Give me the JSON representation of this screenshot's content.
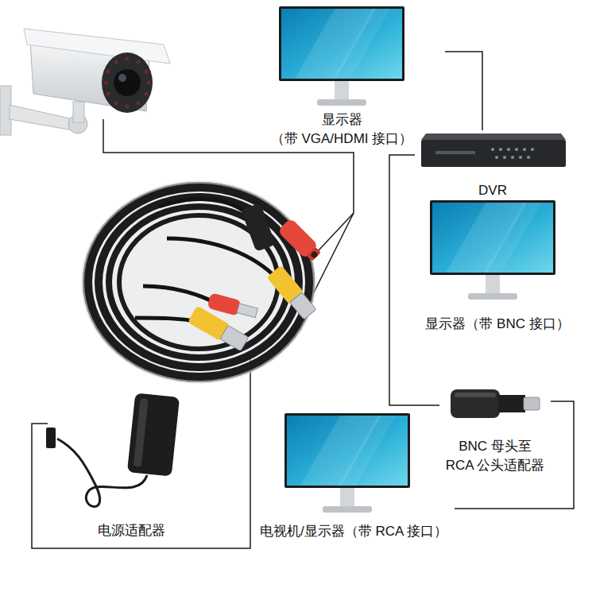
{
  "diagram": {
    "nodes": [
      {
        "text": [
          "显示器",
          "（带 VGA/HDMI 接口）"
        ]
      },
      {
        "text": [
          "DVR"
        ]
      },
      {
        "text": [
          "显示器（带 BNC 接口）"
        ]
      },
      {
        "text": [
          "BNC 母头至 RCA 公头适配器"
        ]
      },
      {
        "text": [
          "电视机/显示器（带 RCA 接口）"
        ]
      },
      {
        "text": [
          "电源适配器"
        ]
      }
    ],
    "edges": [
      {
        "from": 0,
        "to": 1,
        "arrow": "none"
      },
      {
        "from": 1,
        "to": 3,
        "arrow": "none"
      },
      {
        "from": 3,
        "to": 4,
        "arrow": "none"
      }
    ]
  }
}
